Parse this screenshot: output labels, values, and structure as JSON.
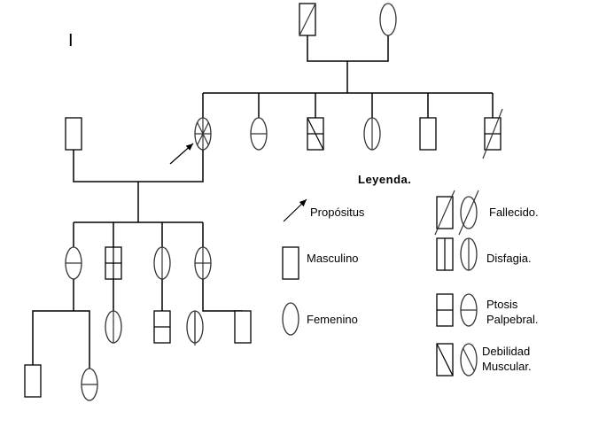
{
  "diagram": {
    "generation_label": "I",
    "legend": {
      "title": "Leyenda.",
      "items": [
        {
          "key": "proband",
          "label": "Propósitus"
        },
        {
          "key": "male",
          "label": "Masculino"
        },
        {
          "key": "female",
          "label": "Femenino"
        },
        {
          "key": "deceased",
          "label": "Fallecido."
        },
        {
          "key": "dysphagia",
          "label": "Disfagia."
        },
        {
          "key": "ptosis",
          "label_lines": [
            "Ptosis",
            "Palpebral."
          ]
        },
        {
          "key": "weakness",
          "label_lines": [
            "Debilidad",
            "Muscular."
          ]
        }
      ]
    },
    "individuals": [
      {
        "id": "grandfather",
        "sex": "male",
        "traits": [
          "deceased"
        ]
      },
      {
        "id": "grandmother",
        "sex": "female",
        "traits": []
      },
      {
        "id": "husband",
        "sex": "male",
        "traits": []
      },
      {
        "id": "proband",
        "sex": "female",
        "traits": [
          "ptosis",
          "dysphagia",
          "weakness",
          "weakness-reverse"
        ],
        "proband": true
      },
      {
        "id": "sib-f1",
        "sex": "female",
        "traits": [
          "ptosis"
        ]
      },
      {
        "id": "sib-m1",
        "sex": "male",
        "traits": [
          "ptosis",
          "weakness"
        ]
      },
      {
        "id": "sib-f2",
        "sex": "female",
        "traits": [
          "dysphagia"
        ]
      },
      {
        "id": "sib-m2",
        "sex": "male",
        "traits": []
      },
      {
        "id": "sib-m3",
        "sex": "male",
        "traits": [
          "ptosis",
          "deceased"
        ]
      },
      {
        "id": "child-f1",
        "sex": "female",
        "traits": [
          "ptosis"
        ]
      },
      {
        "id": "child-m1",
        "sex": "male",
        "traits": [
          "ptosis",
          "dysphagia"
        ]
      },
      {
        "id": "child-f2",
        "sex": "female",
        "traits": [
          "dysphagia"
        ]
      },
      {
        "id": "child-f3",
        "sex": "female",
        "traits": [
          "ptosis",
          "dysphagia"
        ]
      },
      {
        "id": "gc1-m",
        "sex": "male",
        "traits": []
      },
      {
        "id": "gc1-f",
        "sex": "female",
        "traits": [
          "ptosis"
        ]
      },
      {
        "id": "gc2-f",
        "sex": "female",
        "traits": [
          "dysphagia"
        ]
      },
      {
        "id": "gc3-m",
        "sex": "male",
        "traits": [
          "ptosis"
        ]
      },
      {
        "id": "gc4-f",
        "sex": "female",
        "traits": [
          "dysphagia"
        ]
      },
      {
        "id": "gc4-m",
        "sex": "male",
        "traits": []
      }
    ],
    "colors": {
      "line": "#000000",
      "ellipse": "#333333",
      "background": "#ffffff"
    }
  }
}
